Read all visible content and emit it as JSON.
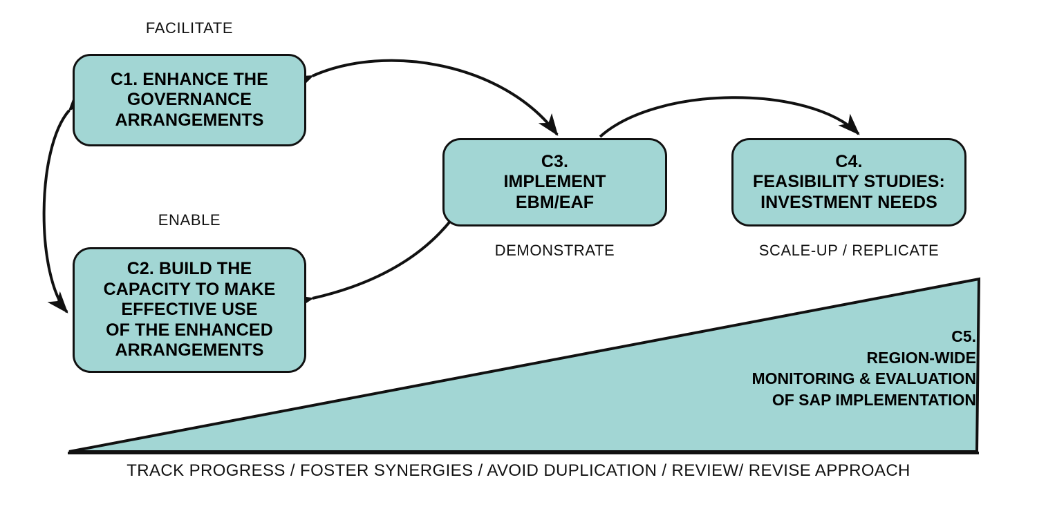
{
  "diagram": {
    "title": "SAP implementation components diagram",
    "colors": {
      "node_fill": "#a2d6d4",
      "stroke": "#111111",
      "text": "#000000",
      "background": "#ffffff"
    },
    "nodes": [
      {
        "id": "c1",
        "lines": [
          "C1. ENHANCE THE",
          "GOVERNANCE",
          "ARRANGEMENTS"
        ],
        "label": "FACILITATE",
        "label_position": "above"
      },
      {
        "id": "c2",
        "lines": [
          "C2. BUILD THE",
          "CAPACITY TO MAKE",
          "EFFECTIVE USE",
          "OF THE ENHANCED",
          "ARRANGEMENTS"
        ],
        "label": "ENABLE",
        "label_position": "above"
      },
      {
        "id": "c3",
        "lines": [
          "C3.",
          "IMPLEMENT",
          "EBM/EAF"
        ],
        "label": "DEMONSTRATE",
        "label_position": "below"
      },
      {
        "id": "c4",
        "lines": [
          "C4.",
          "FEASIBILITY STUDIES:",
          "INVESTMENT NEEDS"
        ],
        "label": "SCALE-UP / REPLICATE",
        "label_position": "below"
      },
      {
        "id": "c5",
        "lines": [
          "C5.",
          "REGION-WIDE",
          "MONITORING & EVALUATION",
          "OF SAP IMPLEMENTATION"
        ],
        "shape": "triangle"
      }
    ],
    "connectors": [
      {
        "id": "c1-c2",
        "from": "c1",
        "to": "c2",
        "style": "curved",
        "heads": "double"
      },
      {
        "id": "c1-c3",
        "from": "c1",
        "to": "c3",
        "style": "curved",
        "heads": "double"
      },
      {
        "id": "c2-c3",
        "from": "c2",
        "to": "c3",
        "style": "curved",
        "heads": "double"
      },
      {
        "id": "c3-c4",
        "from": "c3",
        "to": "c4",
        "style": "curved",
        "heads": "single"
      }
    ],
    "caption": "TRACK PROGRESS / FOSTER SYNERGIES / AVOID DUPLICATION / REVIEW/ REVISE APPROACH"
  }
}
